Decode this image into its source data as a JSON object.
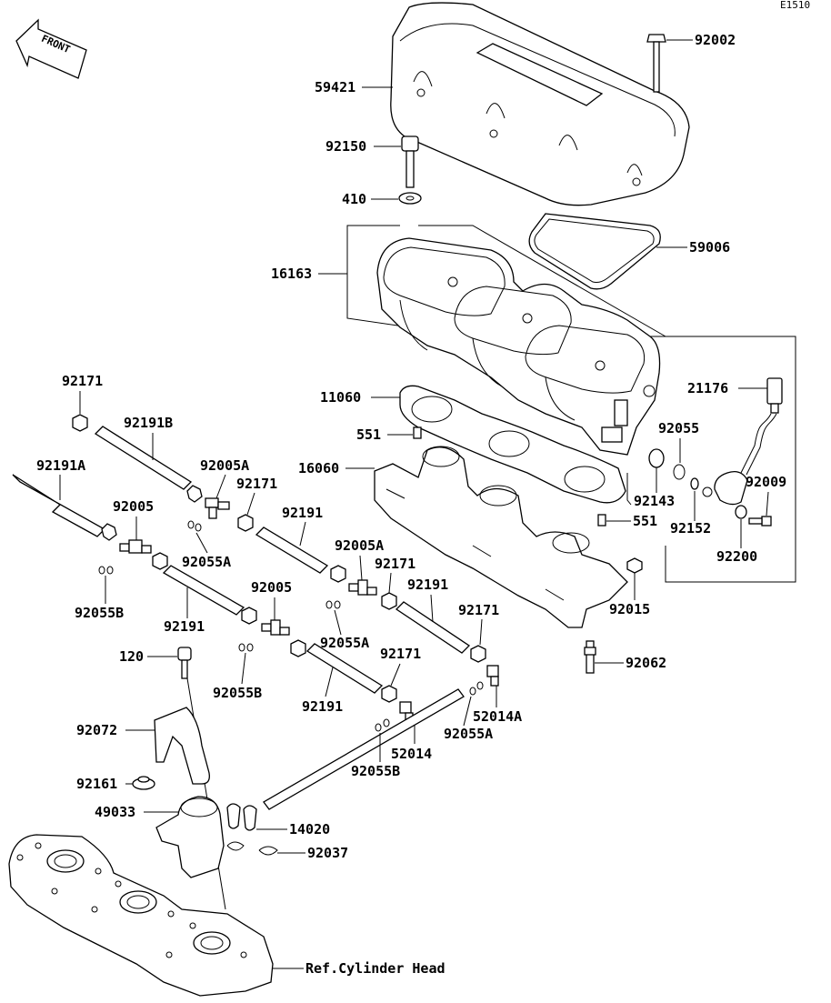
{
  "diagram_code": "E1510",
  "front_label": "FRONT",
  "ref_label": "Ref.Cylinder Head",
  "labels": {
    "p92002": "92002",
    "p59421": "59421",
    "p92150": "92150",
    "p410": "410",
    "p59006": "59006",
    "p16163": "16163",
    "p21176": "21176",
    "p11060": "11060",
    "p92171_a": "92171",
    "p92191B": "92191B",
    "p551_a": "551",
    "p92055_a": "92055",
    "p92191A": "92191A",
    "p92005A_a": "92005A",
    "p92171_b": "92171",
    "p16060": "16060",
    "p92009": "92009",
    "p92143": "92143",
    "p92005_a": "92005",
    "p92191_a": "92191",
    "p92152": "92152",
    "p92055A_a": "92055A",
    "p551_b": "551",
    "p92200": "92200",
    "p92005A_b": "92005A",
    "p92171_c": "92171",
    "p92191_b": "92191",
    "p92055B_a": "92055B",
    "p92191_c": "92191",
    "p92005_b": "92005",
    "p92015": "92015",
    "p92171_d": "92171",
    "p92055A_b": "92055A",
    "p120": "120",
    "p92062": "92062",
    "p92055B_b": "92055B",
    "p92171_e": "92171",
    "p52014A": "52014A",
    "p92191_d": "92191",
    "p92055A_c": "92055A",
    "p92072": "92072",
    "p52014": "52014",
    "p92055B_c": "92055B",
    "p92161": "92161",
    "p49033": "49033",
    "p14020": "14020",
    "p92037": "92037"
  }
}
